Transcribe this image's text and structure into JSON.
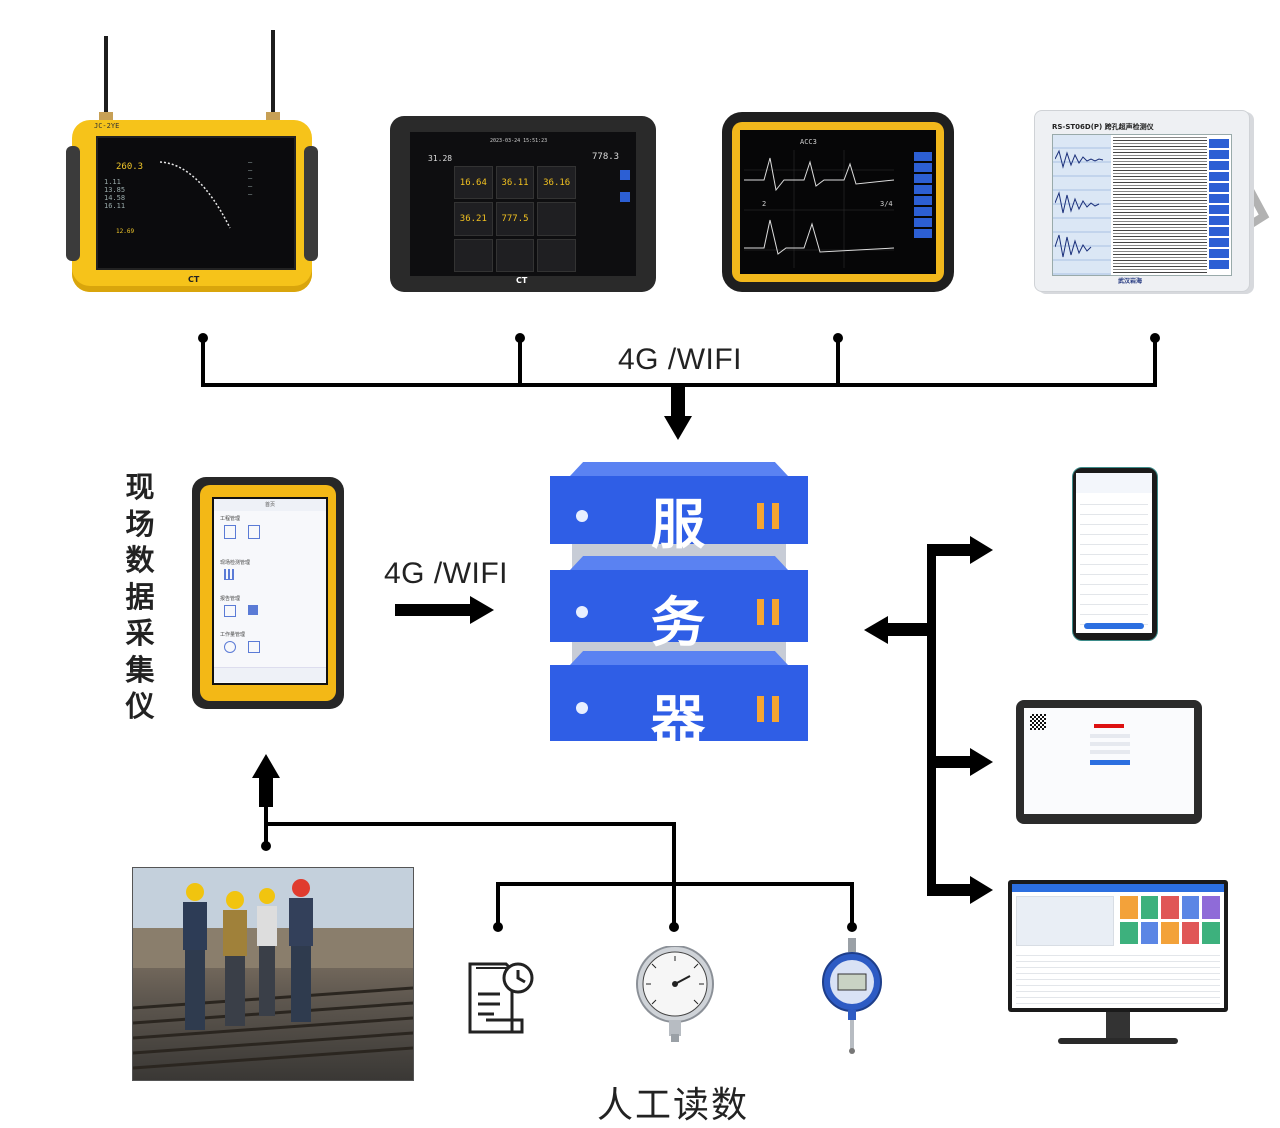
{
  "network_top_label": "4G /WIFI",
  "network_side_label": "4G /WIFI",
  "collector_label": [
    "现",
    "场",
    "数",
    "据",
    "采",
    "集",
    "仪"
  ],
  "server": {
    "chars": [
      "服",
      "务",
      "器"
    ]
  },
  "manual_reading_label": "人工读数",
  "devices_top": [
    {
      "brand": "JC-2YE",
      "readings": [
        "260.3",
        "12.69"
      ],
      "logo": "CT"
    },
    {
      "datetime": "2023-03-24 15:51:23",
      "readings": [
        "31.28",
        "778.3",
        "16.64",
        "36.11",
        "36.16",
        "36.21",
        "777.5"
      ],
      "logo": "CT"
    },
    {
      "readouts": [
        "ACC3",
        "2",
        "3/4"
      ]
    },
    {
      "title": "RS-ST06D(P) 跨孔超声检测仪",
      "brand": "武汉岩海"
    }
  ],
  "collector_tablet": {
    "header": "首页",
    "sections": [
      "工程管理",
      "现场检测管理",
      "报告管理",
      "工作量管理"
    ]
  },
  "colors": {
    "server_blue": "#2f5ee6",
    "server_accent": "#f6a531",
    "device_yellow": "#f6c31a",
    "line": "#000000"
  },
  "icons": [
    "document-clock-icon",
    "pressure-gauge-icon",
    "dial-indicator-icon"
  ]
}
